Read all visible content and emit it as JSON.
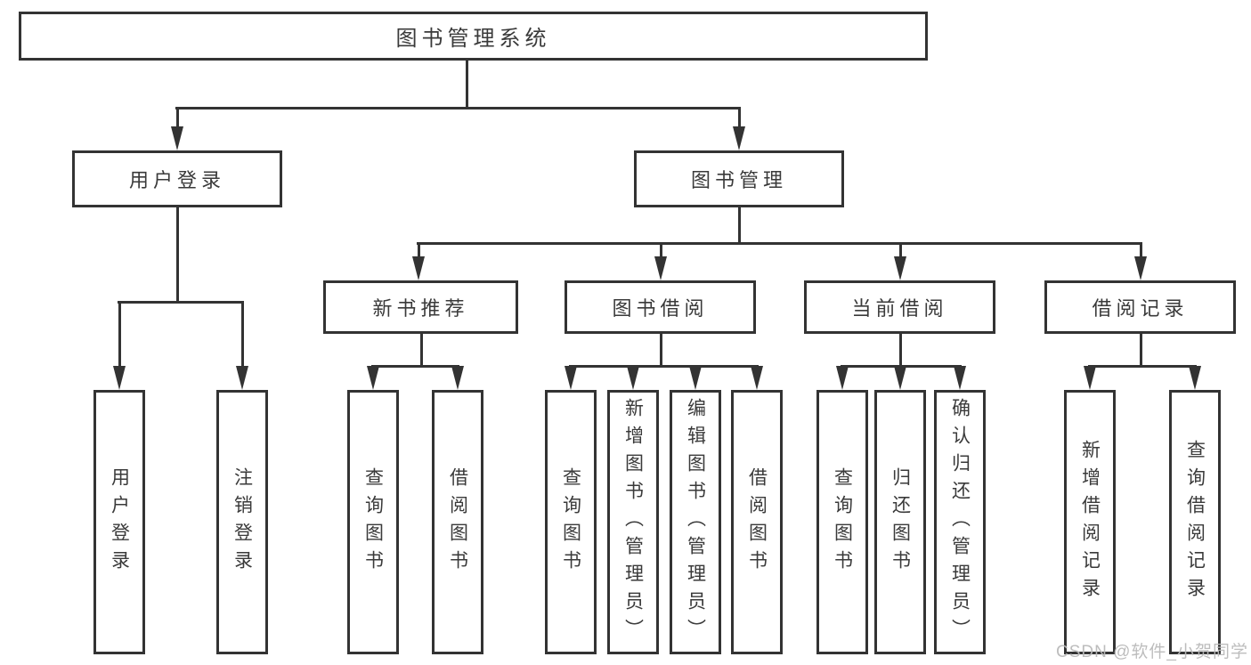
{
  "diagram": {
    "root": {
      "label": "图书管理系统"
    },
    "login": {
      "label": "用户登录",
      "children": [
        {
          "label": "用户登录"
        },
        {
          "label": "注销登录"
        }
      ]
    },
    "management": {
      "label": "图书管理",
      "sections": [
        {
          "label": "新书推荐",
          "children": [
            {
              "label": "查询图书"
            },
            {
              "label": "借阅图书"
            }
          ]
        },
        {
          "label": "图书借阅",
          "children": [
            {
              "label": "查询图书"
            },
            {
              "label": "新增图书（管理员）"
            },
            {
              "label": "编辑图书（管理员）"
            },
            {
              "label": "借阅图书"
            }
          ]
        },
        {
          "label": "当前借阅",
          "children": [
            {
              "label": "查询图书"
            },
            {
              "label": "归还图书"
            },
            {
              "label": "确认归还（管理员）"
            }
          ]
        },
        {
          "label": "借阅记录",
          "children": [
            {
              "label": "新增借阅记录"
            },
            {
              "label": "查询借阅记录"
            }
          ]
        }
      ]
    },
    "watermark": "CSDN @软件_小贺同学",
    "colors": {
      "line": "#333333",
      "text": "#3a3a3a",
      "watermark": "#b9b9b9",
      "background": "#ffffff"
    }
  }
}
